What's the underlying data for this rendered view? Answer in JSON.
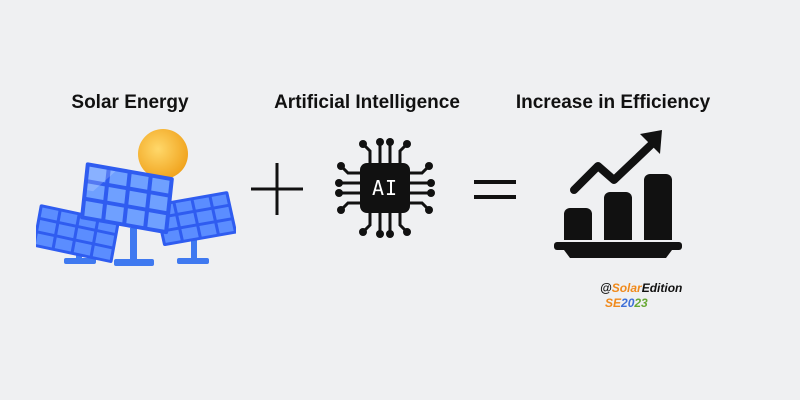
{
  "labels": {
    "solar": "Solar Energy",
    "ai": "Artificial Intelligence",
    "efficiency": "Increase in Efficiency"
  },
  "ai_chip_text": "AI",
  "watermark": {
    "handle_prefix": "@",
    "handle_solar": "Solar",
    "handle_edition": "Edition",
    "code_se": "SE",
    "code_20": "20",
    "code_23": "23"
  },
  "icons": [
    "solar-panels-icon",
    "sun-icon",
    "plus-icon",
    "ai-chip-icon",
    "equals-icon",
    "growth-chart-icon"
  ],
  "colors": {
    "background": "#eff0f2",
    "panel_blue": "#2f5cf0",
    "panel_light": "#7fb2ff",
    "sun": "#f7b733",
    "icon_black": "#111111",
    "watermark_orange": "#f08a1c",
    "watermark_blue": "#3d6fd8",
    "watermark_green": "#67a834"
  }
}
